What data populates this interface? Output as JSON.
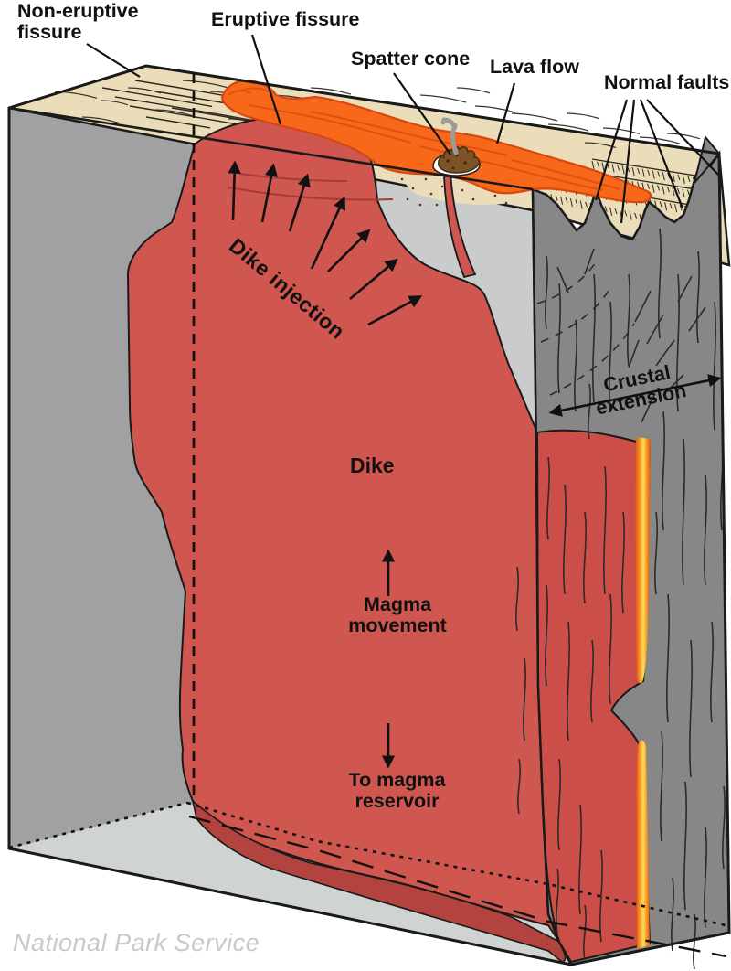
{
  "diagram": {
    "labels": {
      "non_eruptive_fissure": "Non-eruptive fissure",
      "eruptive_fissure": "Eruptive fissure",
      "spatter_cone": "Spatter cone",
      "lava_flow": "Lava flow",
      "normal_faults": "Normal faults",
      "dike_injection": "Dike injection",
      "crustal_extension": "Crustal extension",
      "dike": "Dike",
      "magma_movement": "Magma movement",
      "to_magma_reservoir": "To magma reservoir"
    },
    "watermark": "National Park Service",
    "colors": {
      "dike_red": "#D05650",
      "dike_dark": "#B2433E",
      "strip_red": "#CB4E48",
      "lava_orange": "#F8681A",
      "lava_line": "#E0500F",
      "lava_outline": "#D8470E",
      "glow_yellow": "#FFD94F",
      "surface_tan": "#EBDDBA",
      "left_face_gray": "#A1A1A3",
      "front_face_light": "#C9CCCA",
      "cut_face_gray": "#878787",
      "bottom_gray": "#CFD3D2",
      "spatter_brown": "#7B5326",
      "smoke_gray": "#9B9B9B",
      "line_black": "#1A1A1A",
      "watermark_gray": "#C9C9C9"
    }
  }
}
